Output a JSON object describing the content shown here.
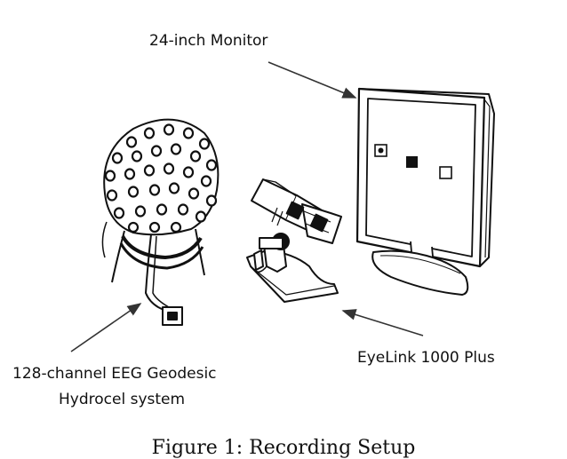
{
  "labels": {
    "monitor": "24-inch Monitor",
    "eeg_line1": "128-channel EEG Geodesic",
    "eeg_line2": "Hydrocel system",
    "eyelink": "EyeLink 1000 Plus"
  },
  "caption": "Figure 1: Recording Setup",
  "colors": {
    "ink": "#111111",
    "arrow": "#555555",
    "screen": "#ffffff"
  }
}
